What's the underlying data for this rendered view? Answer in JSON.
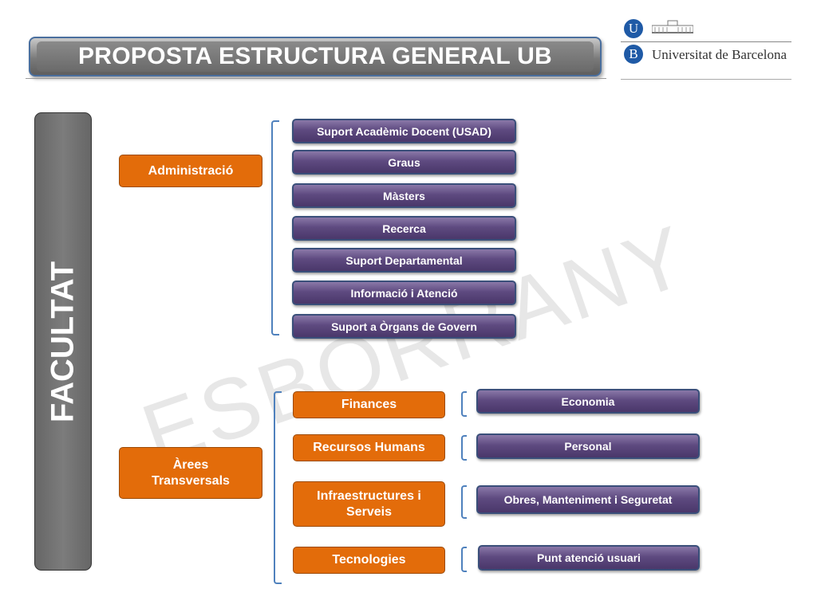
{
  "header": {
    "title": "PROPOSTA ESTRUCTURA GENERAL UB",
    "logo_letters": [
      "U",
      "B"
    ],
    "logo_text": "Universitat de Barcelona"
  },
  "facultat_label": "FACULTAT",
  "watermark": "ESBORRANY",
  "administracio": {
    "label": "Administració",
    "units": [
      "Suport Acadèmic Docent (USAD)",
      "Graus",
      "Màsters",
      "Recerca",
      "Suport Departamental",
      "Informació i Atenció",
      "Suport a Òrgans de Govern"
    ]
  },
  "arees_transversals": {
    "label": "Àrees Transversals",
    "areas": [
      {
        "label": "Finances",
        "unit": "Economia"
      },
      {
        "label": "Recursos Humans",
        "unit": "Personal"
      },
      {
        "label": "Infraestructures i Serveis",
        "unit": "Obres, Manteniment i Seguretat"
      },
      {
        "label": "Tecnologies",
        "unit": "Punt atenció usuari"
      }
    ]
  },
  "colors": {
    "orange": "#e36c0a",
    "purple": "#5e4a80",
    "bracket_blue": "#4f81bd",
    "gray_bar": "#707070"
  }
}
